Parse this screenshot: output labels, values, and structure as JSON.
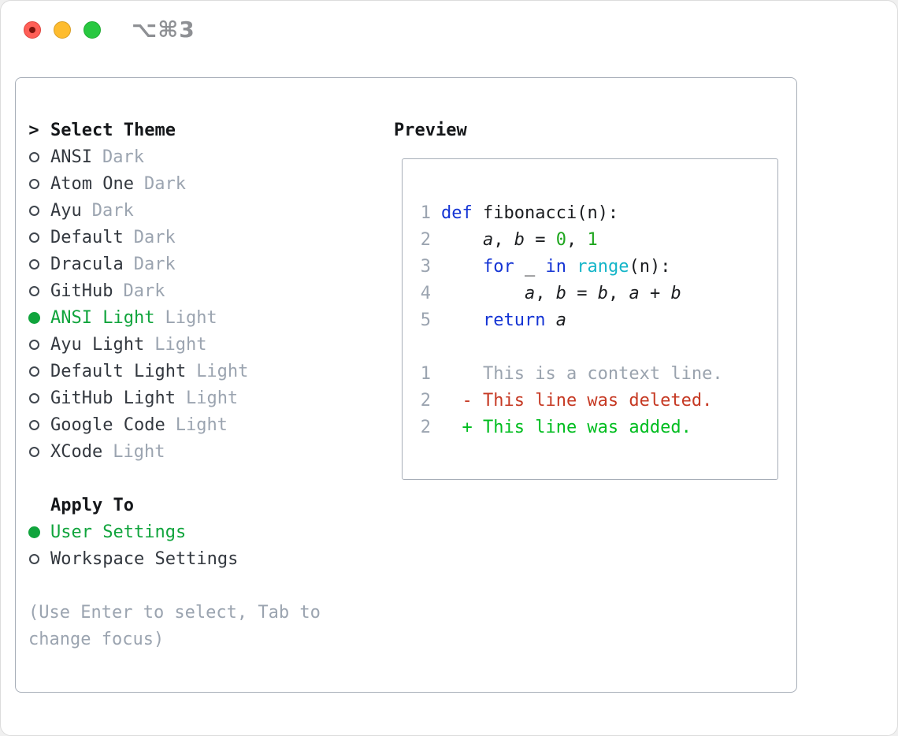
{
  "window": {
    "title": "⌥⌘3"
  },
  "theme_picker": {
    "header_prefix": ">",
    "header": "Select Theme",
    "items": [
      {
        "name": "ANSI",
        "variant": "Dark",
        "selected": false
      },
      {
        "name": "Atom One",
        "variant": "Dark",
        "selected": false
      },
      {
        "name": "Ayu",
        "variant": "Dark",
        "selected": false
      },
      {
        "name": "Default",
        "variant": "Dark",
        "selected": false
      },
      {
        "name": "Dracula",
        "variant": "Dark",
        "selected": false
      },
      {
        "name": "GitHub",
        "variant": "Dark",
        "selected": false
      },
      {
        "name": "ANSI Light",
        "variant": "Light",
        "selected": true
      },
      {
        "name": "Ayu Light",
        "variant": "Light",
        "selected": false
      },
      {
        "name": "Default Light",
        "variant": "Light",
        "selected": false
      },
      {
        "name": "GitHub Light",
        "variant": "Light",
        "selected": false
      },
      {
        "name": "Google Code",
        "variant": "Light",
        "selected": false
      },
      {
        "name": "XCode",
        "variant": "Light",
        "selected": false
      }
    ]
  },
  "apply_to": {
    "header": "Apply To",
    "options": [
      {
        "label": "User Settings",
        "selected": true
      },
      {
        "label": "Workspace Settings",
        "selected": false
      }
    ]
  },
  "help_lines": [
    "(Use Enter to select, Tab to",
    "change focus)"
  ],
  "preview": {
    "header": "Preview",
    "code_lines": [
      {
        "num": "1",
        "tokens": [
          [
            "kw",
            "def"
          ],
          [
            "pl",
            " fibonacci(n):"
          ]
        ]
      },
      {
        "num": "2",
        "tokens": [
          [
            "pl",
            "    "
          ],
          [
            "var",
            "a"
          ],
          [
            "pl",
            ", "
          ],
          [
            "var",
            "b"
          ],
          [
            "pl",
            " = "
          ],
          [
            "num",
            "0"
          ],
          [
            "pl",
            ", "
          ],
          [
            "num",
            "1"
          ]
        ]
      },
      {
        "num": "3",
        "tokens": [
          [
            "pl",
            "    "
          ],
          [
            "kw",
            "for"
          ],
          [
            "pl",
            " _ "
          ],
          [
            "kw",
            "in"
          ],
          [
            "pl",
            " "
          ],
          [
            "fn",
            "range"
          ],
          [
            "pl",
            "(n):"
          ]
        ]
      },
      {
        "num": "4",
        "tokens": [
          [
            "pl",
            "        "
          ],
          [
            "var",
            "a"
          ],
          [
            "pl",
            ", "
          ],
          [
            "var",
            "b"
          ],
          [
            "pl",
            " = "
          ],
          [
            "var",
            "b"
          ],
          [
            "pl",
            ", "
          ],
          [
            "var",
            "a"
          ],
          [
            "pl",
            " + "
          ],
          [
            "var",
            "b"
          ]
        ]
      },
      {
        "num": "5",
        "tokens": [
          [
            "pl",
            "    "
          ],
          [
            "kw",
            "return"
          ],
          [
            "pl",
            " "
          ],
          [
            "var",
            "a"
          ]
        ]
      }
    ],
    "diff_lines": [
      {
        "num": "1",
        "kind": "ctx",
        "text": "    This is a context line."
      },
      {
        "num": "2",
        "kind": "del",
        "text": "  - This line was deleted."
      },
      {
        "num": "2",
        "kind": "add",
        "text": "  + This line was added."
      }
    ]
  },
  "colors": {
    "accent_green": "#10a43c",
    "muted_gray": "#9ba4b0",
    "text_dark": "#33383f",
    "header_black": "#15171a",
    "keyword_blue": "#1434d4",
    "function_cyan": "#14b5c8",
    "number_green": "#1ea61e",
    "diff_added_green": "#00bd1f",
    "diff_deleted_red": "#c63a24",
    "diff_context_gray": "#9aa3ae",
    "panel_border": "#a7aeb8",
    "traffic_red": "#ff5f57",
    "traffic_yellow": "#febc2e",
    "traffic_green": "#28c840"
  }
}
